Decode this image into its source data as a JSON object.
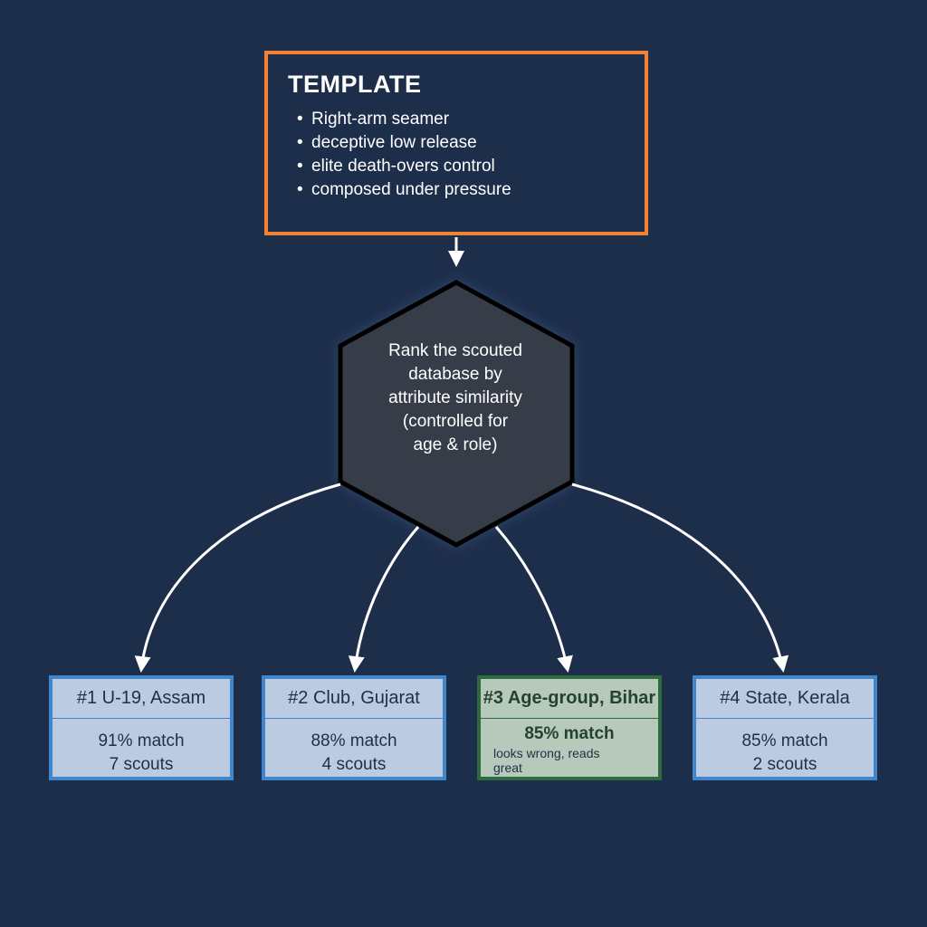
{
  "colors": {
    "background": "#1d2e4b",
    "template_border": "#ef8233",
    "hexagon_fill": "#363d48",
    "card_border": "#3f86cc",
    "card_fill": "#bccbe0",
    "highlight_border": "#2d6b3e",
    "highlight_fill": "#b7c9bb",
    "connector": "#ffffff"
  },
  "template": {
    "title": "TEMPLATE",
    "items": [
      "Right-arm seamer",
      "deceptive low release",
      "elite death-overs control",
      "composed under pressure"
    ]
  },
  "process": {
    "lines": [
      "Rank the scouted",
      "database by",
      "attribute similarity",
      "(controlled for",
      "age & role)"
    ]
  },
  "results": [
    {
      "title": "#1 U-19, Assam",
      "match": "91% match",
      "scouts": "7 scouts"
    },
    {
      "title": "#2 Club, Gujarat",
      "match": "88% match",
      "scouts": "4 scouts"
    },
    {
      "title": "#3 Age-group, Bihar",
      "match": "85% match",
      "note": "looks wrong, reads great"
    },
    {
      "title": "#4 State, Kerala",
      "match": "85% match",
      "scouts": "2 scouts"
    }
  ]
}
